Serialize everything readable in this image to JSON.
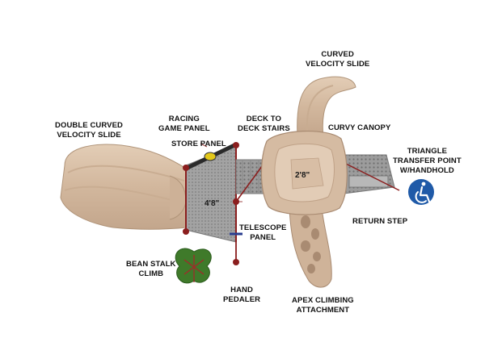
{
  "labels": {
    "curved_velocity_slide": "CURVED\nVELOCITY SLIDE",
    "double_curved_velocity_slide": "DOUBLE CURVED\nVELOCITY SLIDE",
    "racing_game_panel": "RACING\nGAME PANEL",
    "deck_to_deck_stairs": "DECK TO\nDECK STAIRS",
    "curvy_canopy": "CURVY CANOPY",
    "store_panel": "STORE PANEL",
    "triangle_transfer_point": "TRIANGLE\nTRANSFER POINT\nW/HANDHOLD",
    "return_step": "RETURN STEP",
    "telescope_panel": "TELESCOPE\nPANEL",
    "bean_stalk_climb": "BEAN STALK\nCLIMB",
    "hand_pedaler": "HAND\nPEDALER",
    "apex_climbing_attachment": "APEX CLIMBING\nATTACHMENT"
  },
  "dimensions": {
    "deck_main": "4'8\"",
    "deck_tower": "2'8\""
  },
  "icons": {
    "accessibility": "wheelchair-accessibility-icon"
  },
  "colors": {
    "tan": "#d9bfa6",
    "tan_dark": "#bfa187",
    "tan_shadow": "#a98b72",
    "deck_gray": "#9a9a9a",
    "post_red": "#8b1e1e",
    "leaf_green": "#3f7a2a",
    "accessibility_blue": "#1f5aa8"
  }
}
